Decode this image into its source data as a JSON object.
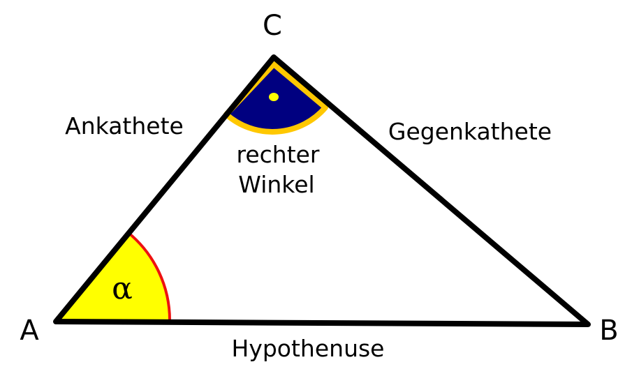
{
  "vertices": {
    "a": "A",
    "b": "B",
    "c": "C"
  },
  "sides": {
    "adjacent": "Ankathete",
    "opposite": "Gegenkathete",
    "hypotenuse": "Hypothenuse"
  },
  "angles": {
    "alpha_symbol": "α",
    "right_angle_line1": "rechter",
    "right_angle_line2": "Winkel"
  },
  "colors": {
    "line": "#000000",
    "alpha_fill": "#ffff00",
    "alpha_stroke": "#ee1111",
    "right_fill": "#000080",
    "right_stroke": "#ffc800",
    "right_dot": "#ffff00",
    "background": "#ffffff"
  }
}
